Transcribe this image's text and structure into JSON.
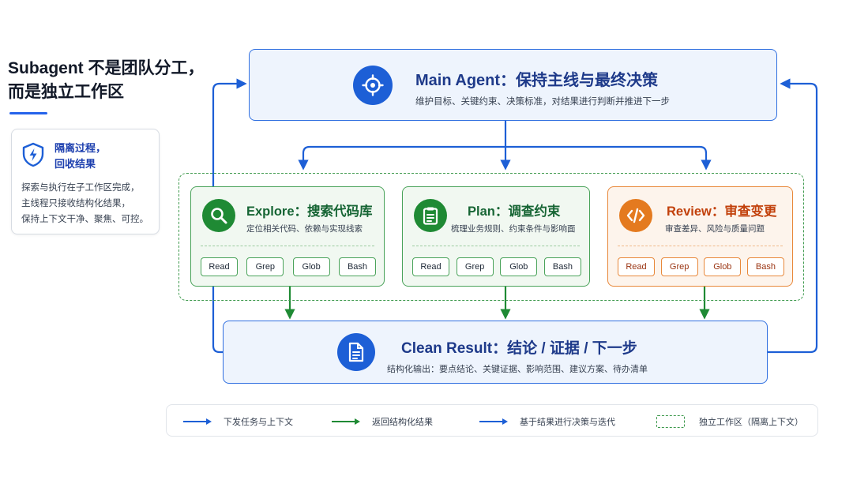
{
  "headline": {
    "line1": "Subagent 不是团队分工，",
    "line2": "而是独立工作区"
  },
  "side_card": {
    "icon": "shield-bolt-icon",
    "title_line1": "隔离过程，",
    "title_line2": "回收结果",
    "body_line1": "探索与执行在子工作区完成，",
    "body_line2": "主线程只接收结构化结果，",
    "body_line3": "保持上下文干净、聚焦、可控。"
  },
  "main_agent": {
    "icon": "target-icon",
    "title": "Main Agent：保持主线与最终决策",
    "subtitle": "维护目标、关键约束、决策标准，对结果进行判断并推进下一步"
  },
  "subagents": [
    {
      "icon": "search-icon",
      "title": "Explore：搜索代码库",
      "desc": "定位相关代码、依赖与实现线索",
      "tools": [
        "Read",
        "Grep",
        "Glob",
        "Bash"
      ]
    },
    {
      "icon": "clipboard-icon",
      "title": "Plan：调查约束",
      "desc": "梳理业务规则、约束条件与影响面",
      "tools": [
        "Read",
        "Grep",
        "Glob",
        "Bash"
      ]
    },
    {
      "icon": "code-icon",
      "title": "Review：审查变更",
      "desc": "审查差异、风险与质量问题",
      "tools": [
        "Read",
        "Grep",
        "Glob",
        "Bash"
      ]
    }
  ],
  "clean_result": {
    "icon": "document-icon",
    "title": "Clean Result：结论 / 证据 / 下一步",
    "subtitle": "结构化输出：要点结论、关键证据、影响范围、建议方案、待办清单"
  },
  "legend": {
    "item1": "下发任务与上下文",
    "item2": "返回结构化结果",
    "item3": "基于结果进行决策与迭代",
    "item4": "独立工作区（隔离上下文）"
  },
  "colors": {
    "blue": "#1d5fd6",
    "green": "#1f8a34",
    "orange": "#e47a1f"
  }
}
